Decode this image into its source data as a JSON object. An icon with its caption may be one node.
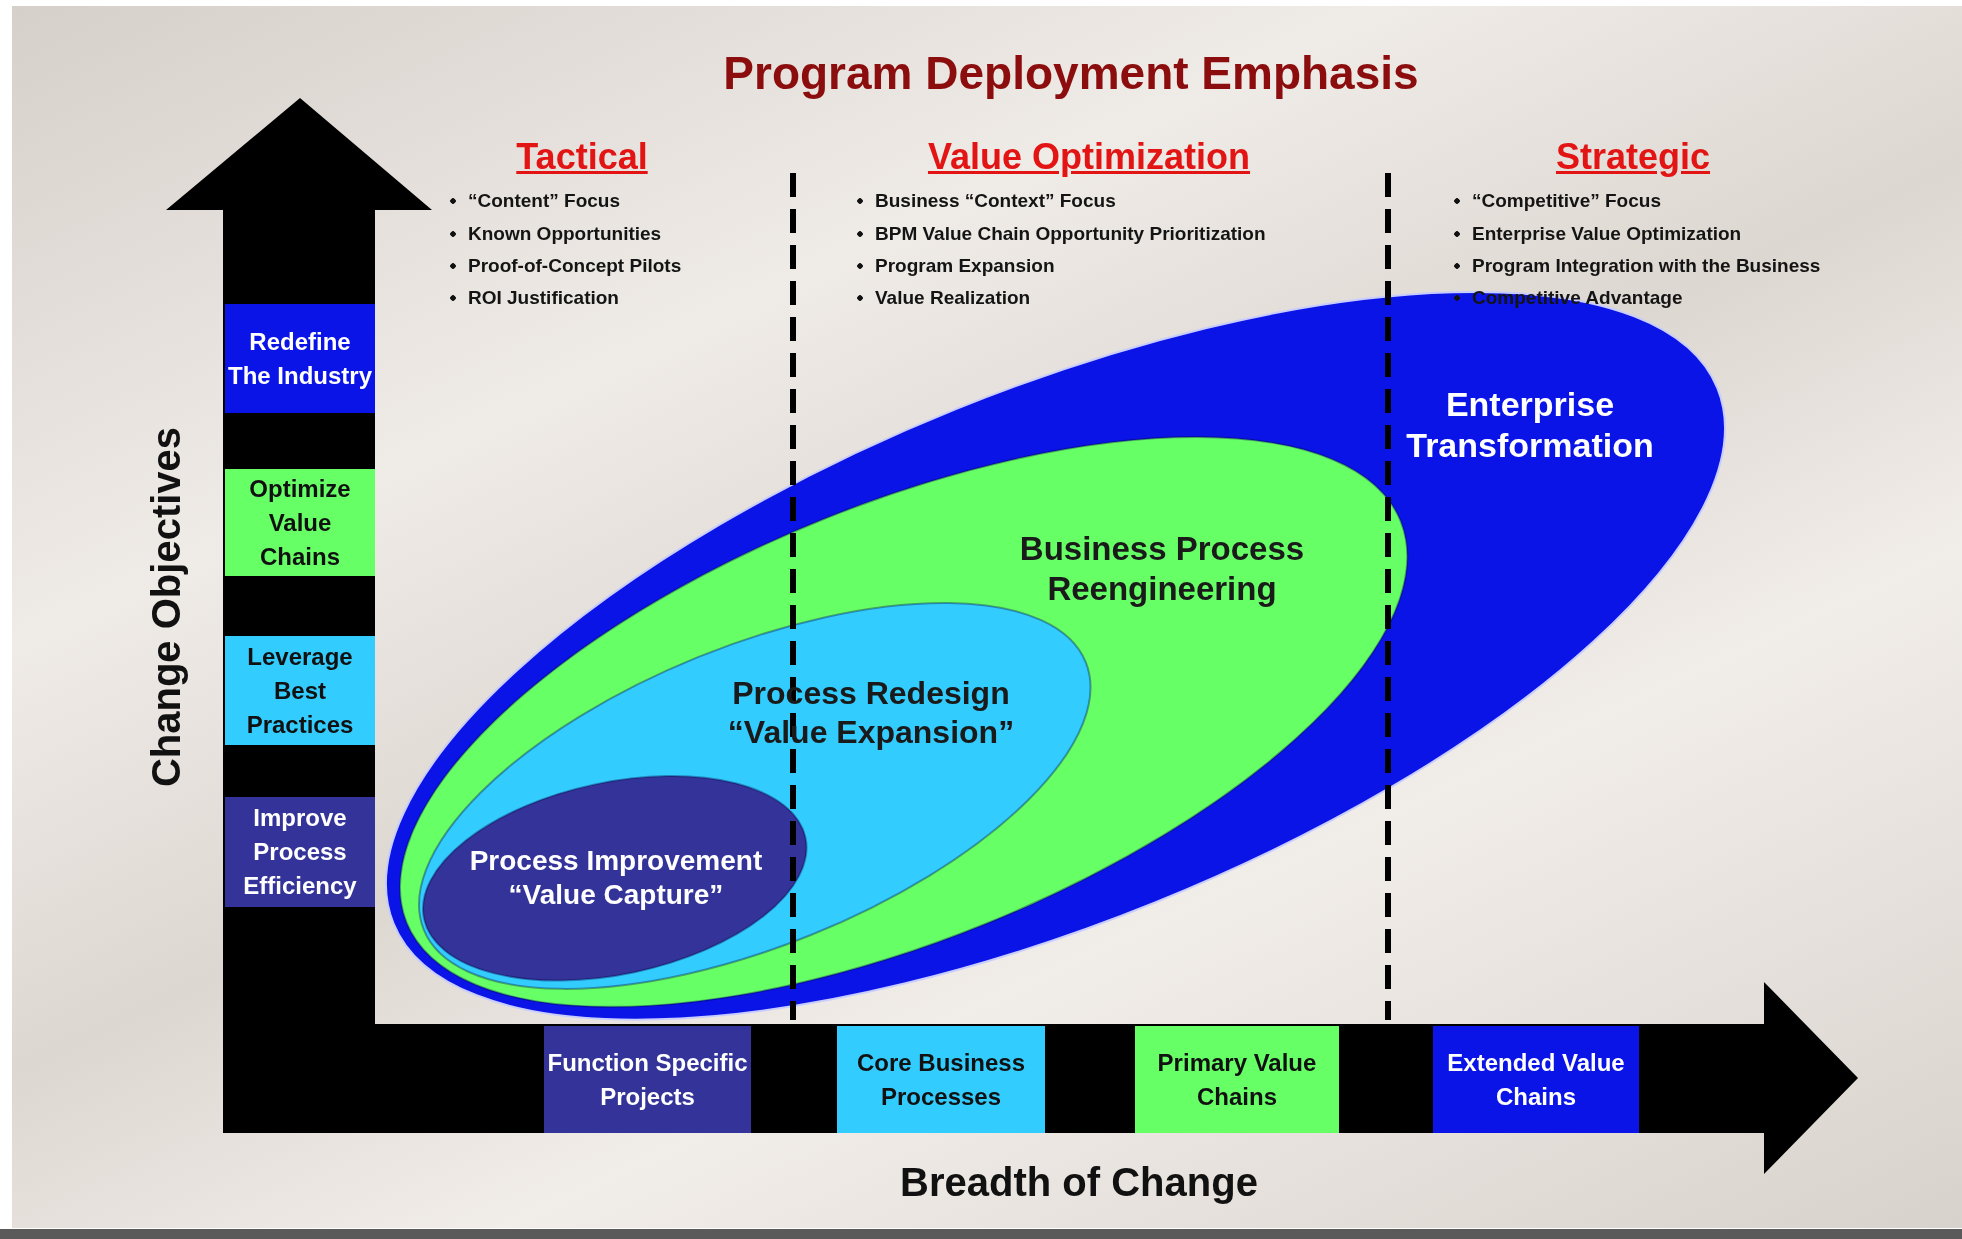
{
  "diagram": {
    "title": "Program Deployment Emphasis",
    "nodes": [
      {
        "text": [
          "Redefine The Industry"
        ]
      },
      {
        "text": [
          "Optimize Value Chains"
        ]
      },
      {
        "text": [
          "Leverage Best Practices"
        ]
      },
      {
        "text": [
          "Improve Process Efficiency"
        ]
      },
      {
        "text": [
          "Enterprise Transformation"
        ]
      },
      {
        "text": [
          "Business Process Reengineering"
        ],
        "in": 4
      },
      {
        "text": [
          "Process Redesign",
          "“Value Expansion”"
        ],
        "in": 5
      },
      {
        "text": [
          "Process Improvement",
          "“Value Capture”"
        ],
        "in": 6
      },
      {
        "text": [
          "Function Specific Projects"
        ]
      },
      {
        "text": [
          "Core Business Processes"
        ]
      },
      {
        "text": [
          "Primary Value Chains"
        ]
      },
      {
        "text": [
          "Extended Value Chains"
        ]
      }
    ],
    "labels": [
      "Tactical",
      "“Content” Focus",
      "Known Opportunities",
      "Proof-of-Concept Pilots",
      "ROI Justification",
      "Value Optimization",
      "Business “Context” Focus",
      "BPM Value Chain Opportunity Prioritization",
      "Program Expansion",
      "Value Realization",
      "Strategic",
      "“Competitive” Focus",
      "Enterprise Value Optimization",
      "Program Integration with the Business",
      "Competitive Advantage",
      "Change Objectives",
      "Breadth of Change"
    ]
  }
}
